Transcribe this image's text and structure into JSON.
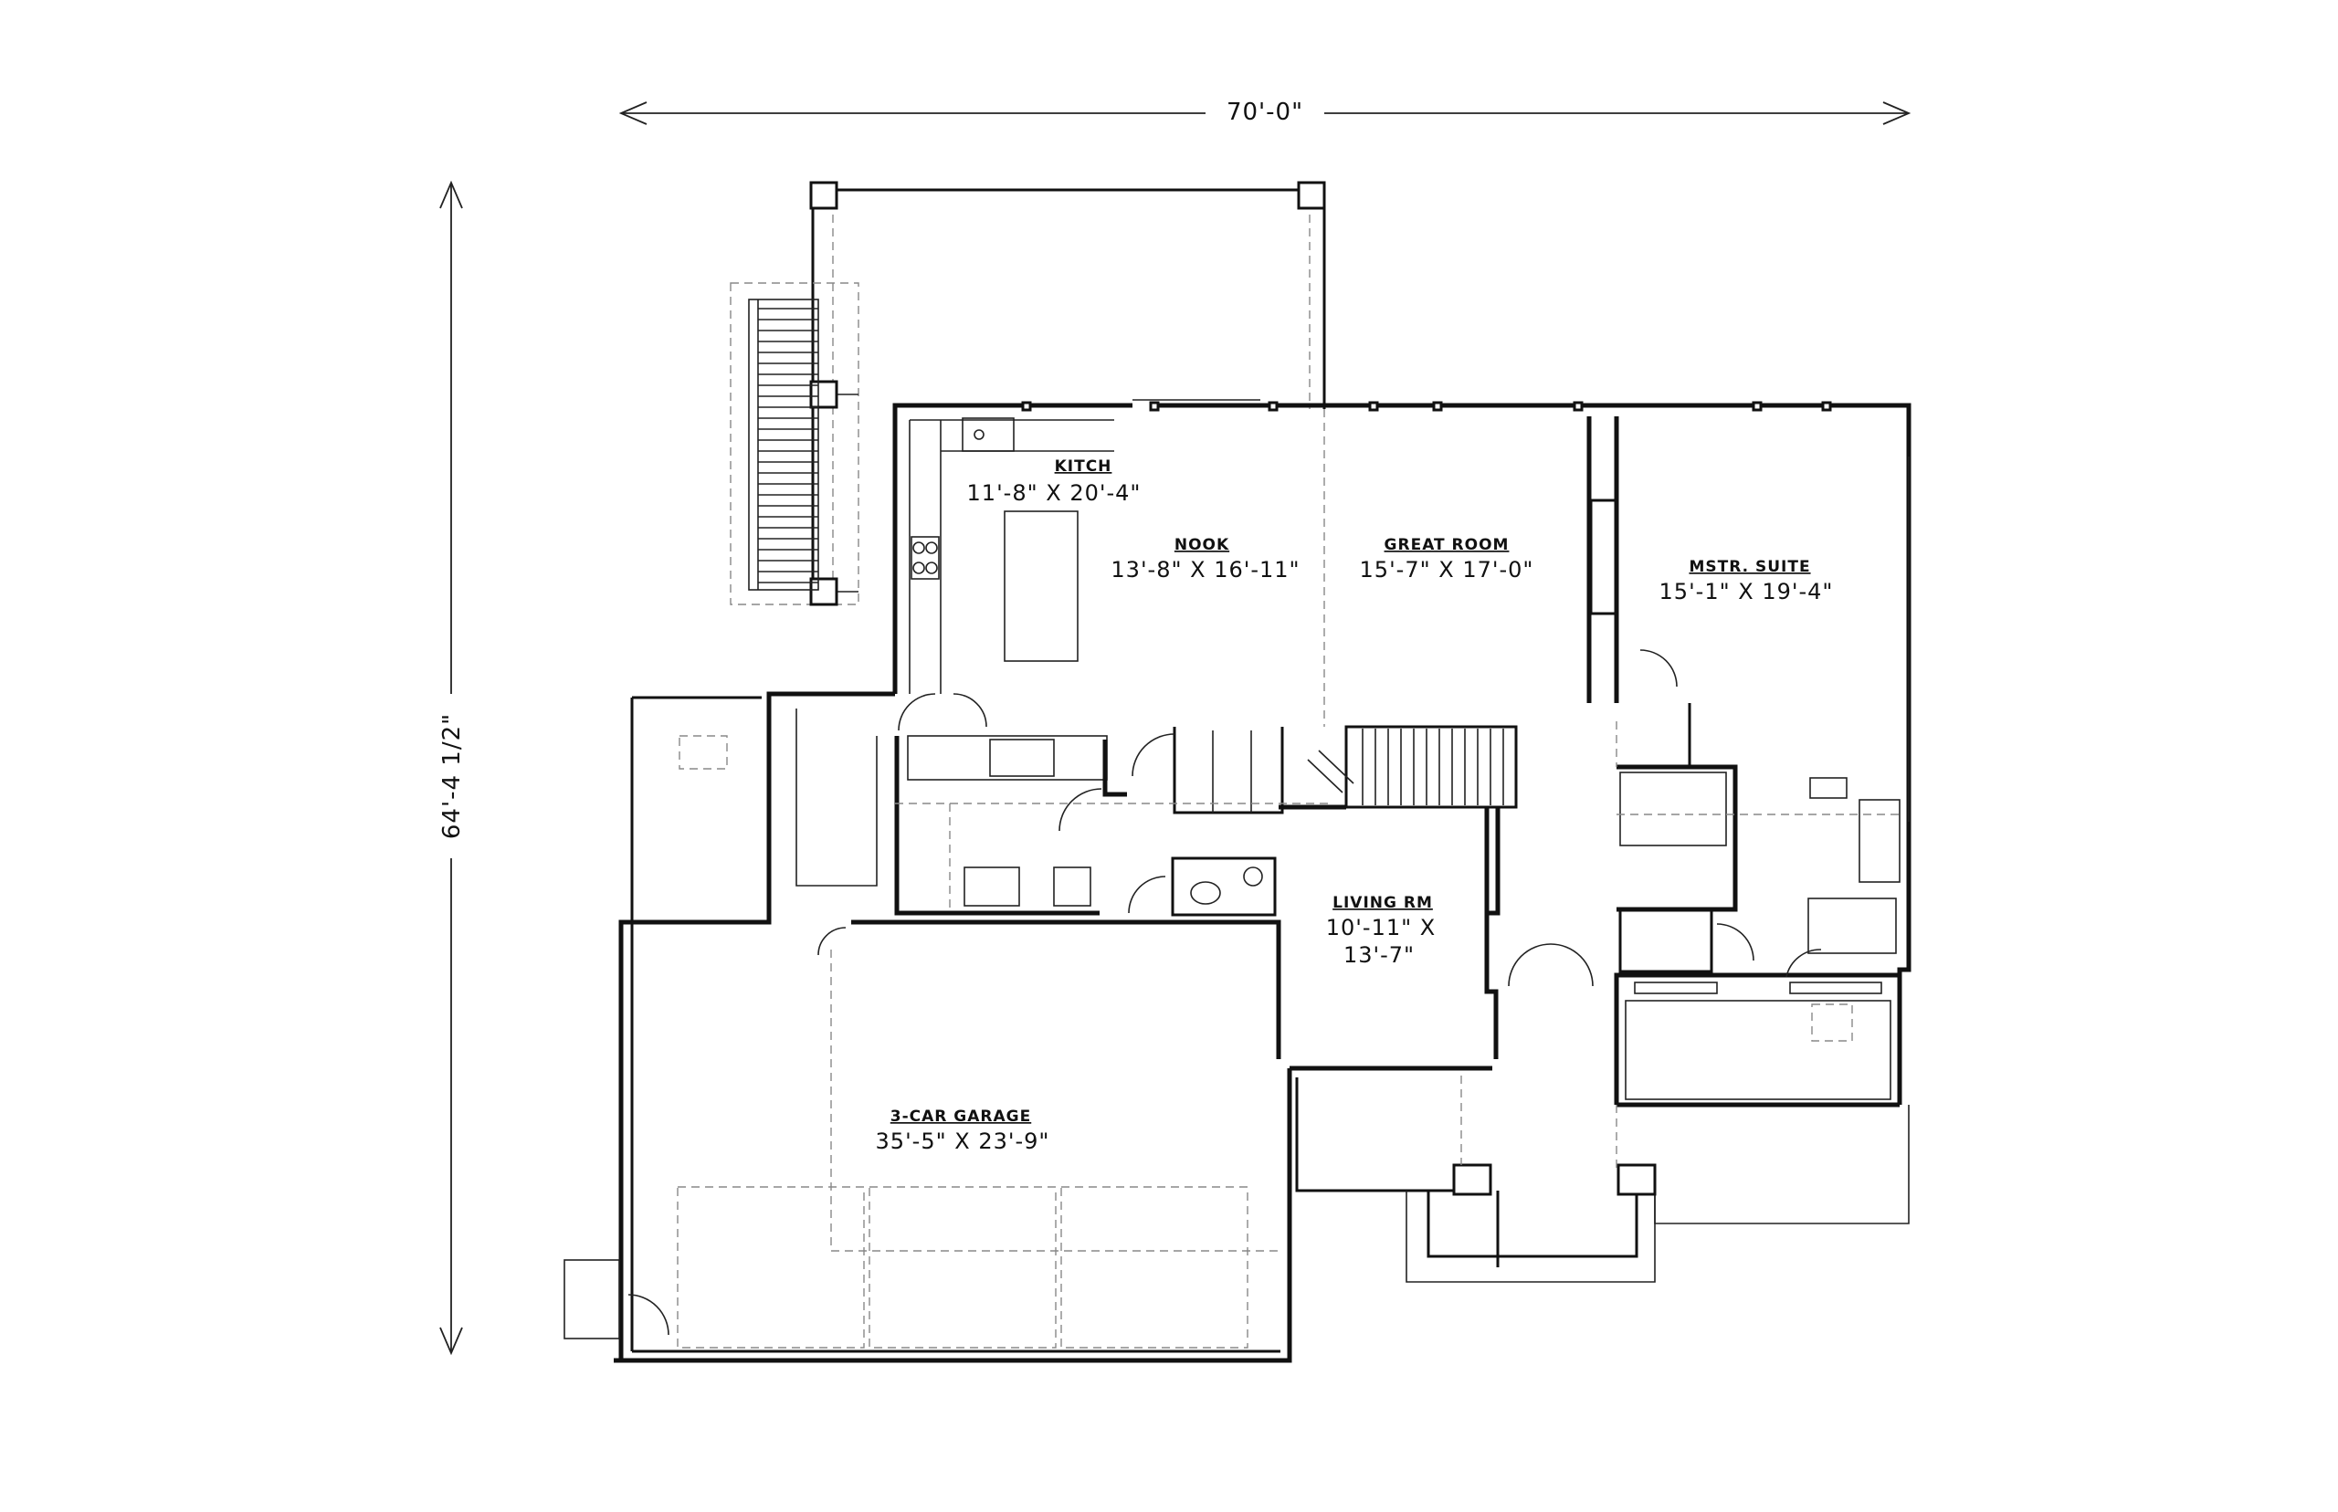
{
  "dimensions": {
    "width": "70'-0\"",
    "depth": "64'-4 1/2\""
  },
  "rooms": {
    "kitchen": {
      "name": "KITCH",
      "size": "11'-8\" X 20'-4\""
    },
    "nook": {
      "name": "NOOK",
      "size": "13'-8\" X 16'-11\""
    },
    "great_room": {
      "name": "GREAT ROOM",
      "size": "15'-7\" X 17'-0\""
    },
    "master_suite": {
      "name": "MSTR. SUITE",
      "size": "15'-1\" X 19'-4\""
    },
    "living_room": {
      "name": "LIVING RM",
      "size_line1": "10'-11\" X",
      "size_line2": "13'-7\""
    },
    "garage": {
      "name": "3-CAR GARAGE",
      "size": "35'-5\" X 23'-9\""
    }
  }
}
